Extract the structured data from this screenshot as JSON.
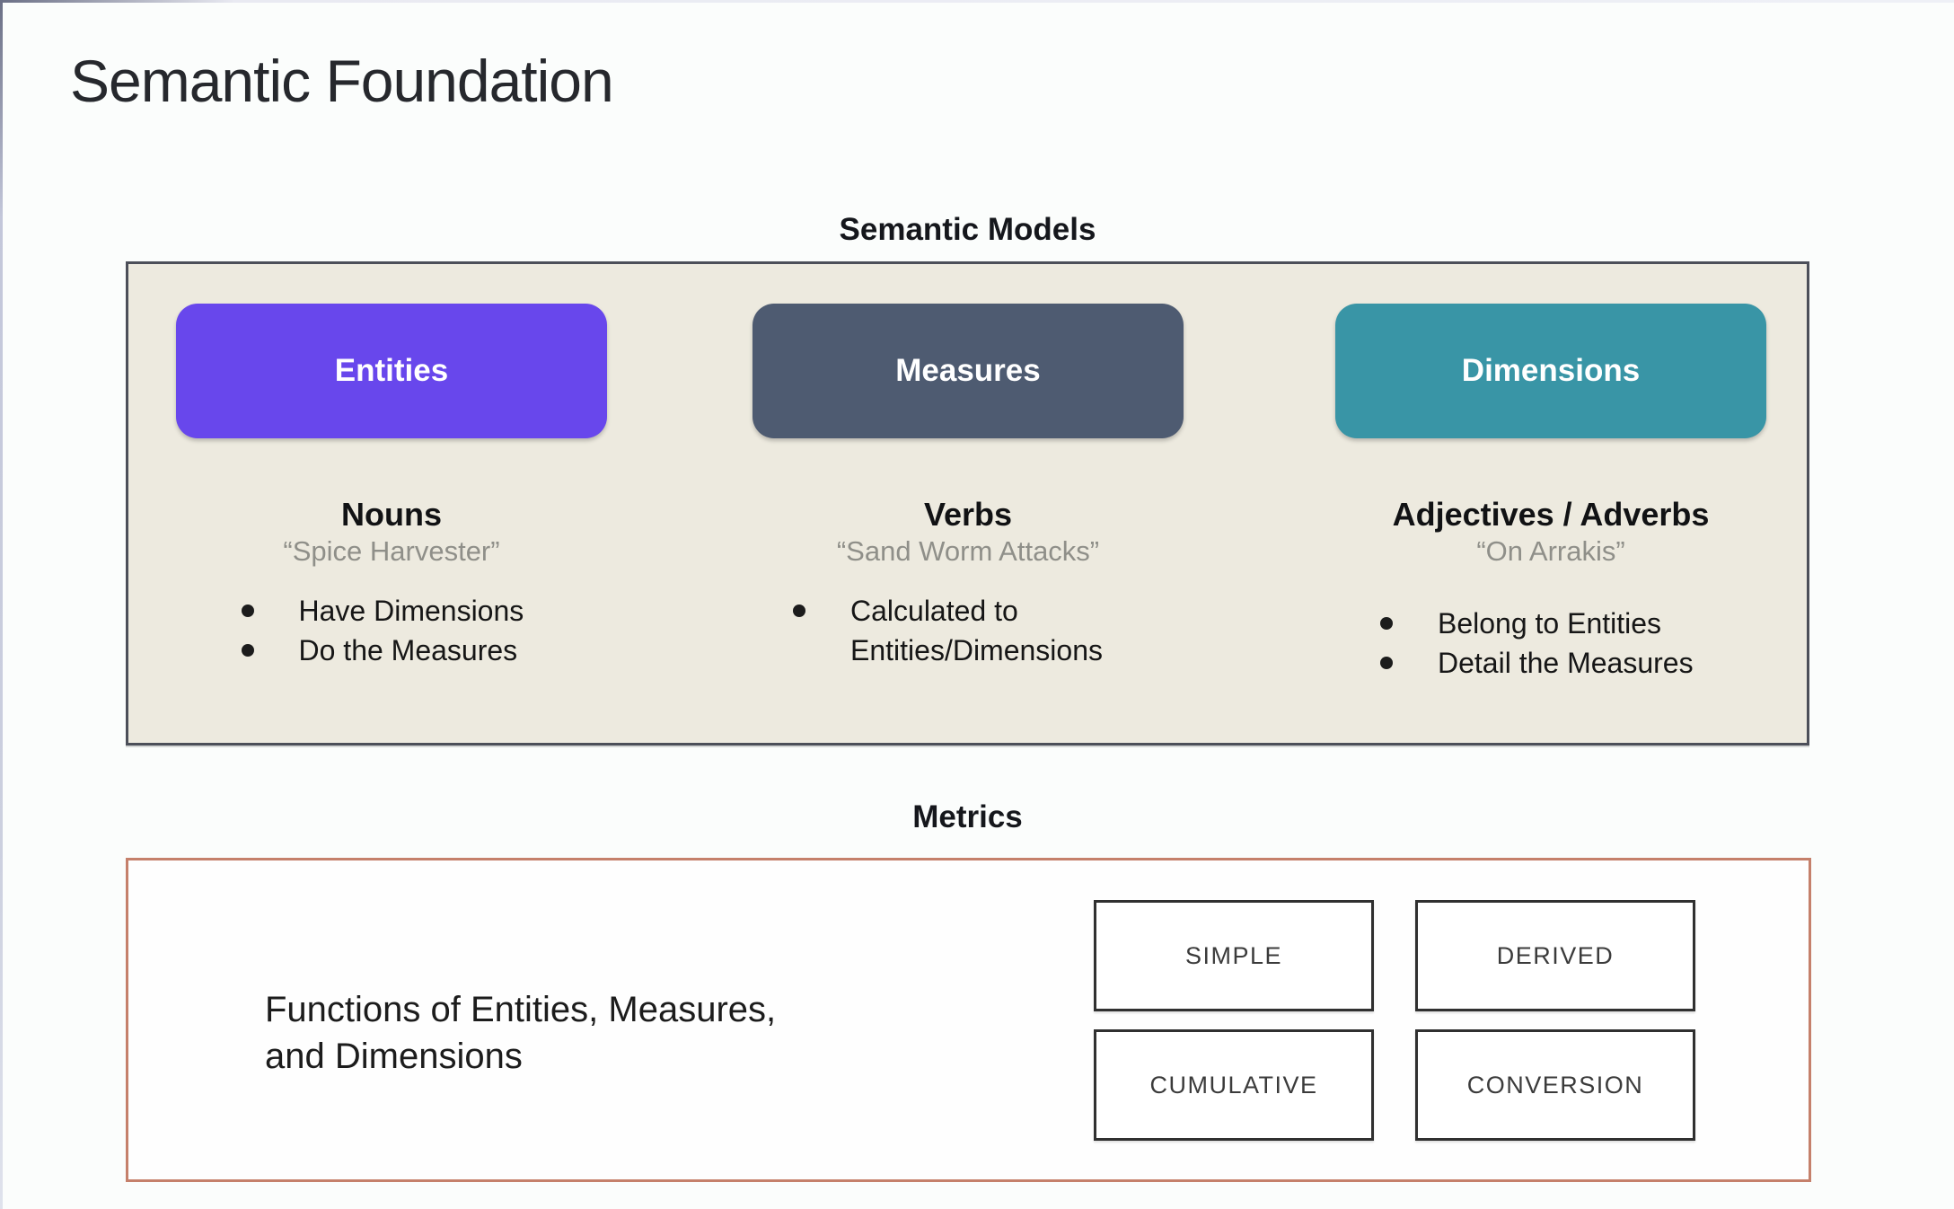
{
  "title": "Semantic Foundation",
  "semantic_models": {
    "heading": "Semantic Models",
    "panel_bg_color": "#EDEADF",
    "panel_border_color": "#4C4F59",
    "columns": [
      {
        "box_label": "Entities",
        "box_color": "#6847EC",
        "heading": "Nouns",
        "quote": "“Spice Harvester”",
        "bullets": [
          "Have Dimensions",
          "Do the Measures"
        ]
      },
      {
        "box_label": "Measures",
        "box_color": "#4E5B71",
        "heading": "Verbs",
        "quote": "“Sand Worm Attacks”",
        "bullets": [
          "Calculated to Entities/Dimensions"
        ]
      },
      {
        "box_label": "Dimensions",
        "box_color": "#3995A6",
        "heading": "Adjectives / Adverbs",
        "quote": "“On Arrakis”",
        "bullets": [
          "Belong to Entities",
          "Detail the Measures"
        ]
      }
    ]
  },
  "metrics": {
    "heading": "Metrics",
    "border_color": "#C5806B",
    "description": [
      "Functions of Entities, Measures,",
      "and Dimensions"
    ],
    "types": [
      "SIMPLE",
      "DERIVED",
      "CUMULATIVE",
      "CONVERSION"
    ]
  }
}
